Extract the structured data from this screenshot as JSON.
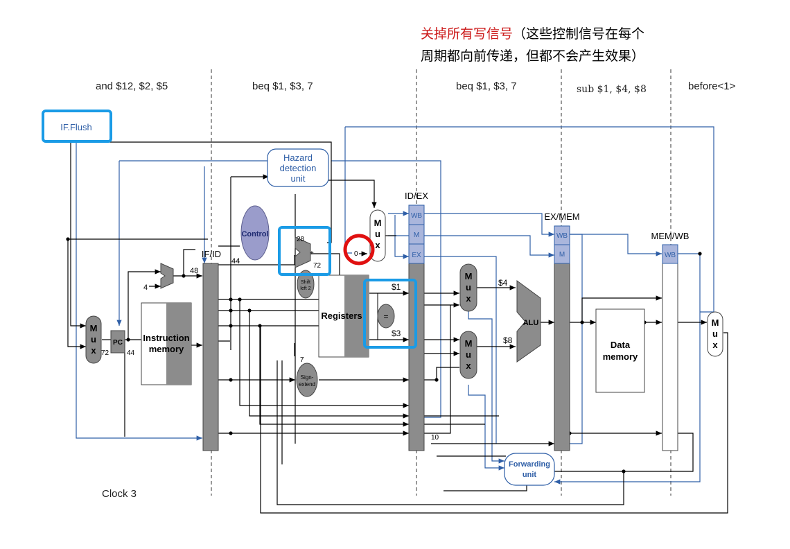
{
  "note": {
    "line1_red": "关掉所有写信号",
    "line1_rest": "（这些控制信号在每个",
    "line2": "周期都向前传递，但都不会产生效果）"
  },
  "stage_labels": {
    "s1": "and $12, $2, $5",
    "s2": "beq $1, $3, 7",
    "s3": "beq $1, $3, 7",
    "s4": "sub $1, $4, $8",
    "s5": "before<1>"
  },
  "clock": "Clock 3",
  "blocks": {
    "if_flush": "IF.Flush",
    "hazard_line1": "Hazard",
    "hazard_line2": "detection",
    "hazard_line3": "unit",
    "control": "Control",
    "pc": "PC",
    "instr_mem_1": "Instruction",
    "instr_mem_2": "memory",
    "registers": "Registers",
    "alu": "ALU",
    "data_mem_1": "Data",
    "data_mem_2": "memory",
    "forwarding_1": "Forwarding",
    "forwarding_2": "unit",
    "sign_ext_1": "Sign-",
    "sign_ext_2": "extend",
    "shift_1": "Shift",
    "shift_2": "left 2",
    "mux_m": "M",
    "mux_u": "u",
    "mux_x": "x",
    "eq": "="
  },
  "pipeline_regs": {
    "ifid": "IF/ID",
    "idex": "ID/EX",
    "exmem": "EX/MEM",
    "memwb": "MEM/WB",
    "wb": "WB",
    "m": "M",
    "ex": "EX"
  },
  "values": {
    "v48": "48",
    "v44a": "44",
    "v4": "4",
    "v72a": "72",
    "v44b": "44",
    "v28": "28",
    "v72b": "72",
    "v0": "0",
    "v7": "7",
    "r1": "$1",
    "r3": "$3",
    "v4d": "$4",
    "v8d": "$8",
    "v10": "10"
  },
  "colors": {
    "highlight_blue": "#1a9be6",
    "highlight_red": "#e01010",
    "wire_blue": "#2f5fa7",
    "block_gray": "#8c8c8c",
    "control_fill": "#9a9ccb"
  }
}
